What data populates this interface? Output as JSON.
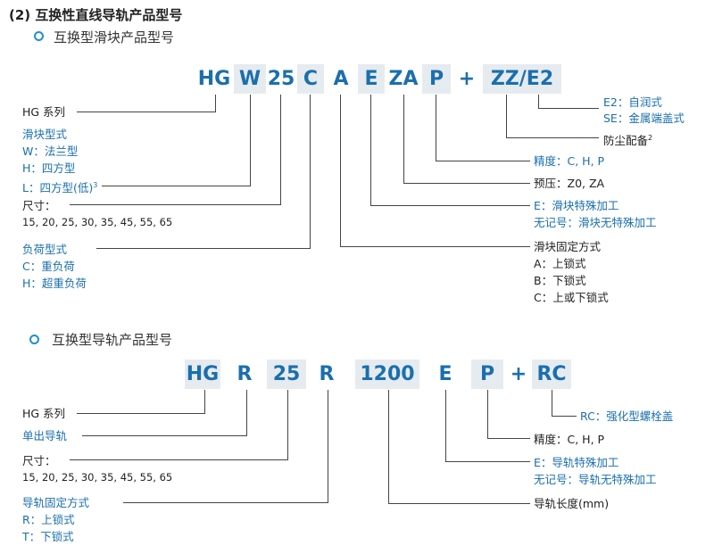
{
  "header": {
    "title": "(2) 互换性直线导轨产品型号"
  },
  "slider": {
    "subtitle": "互换型滑块产品型号",
    "code": [
      "HG",
      "W",
      "25",
      "C",
      "A",
      "E",
      "ZA",
      "P",
      "+",
      "ZZ/E2"
    ],
    "labels": {
      "series": "HG 系列",
      "block_type_title": "滑块型式",
      "block_type_w": "W：法兰型",
      "block_type_h": "H：四方型",
      "block_type_l": "L：四方型(低)",
      "block_type_l_sup": "3",
      "size_title": "尺寸：",
      "size_values": "15, 20, 25, 30, 35, 45, 55, 65",
      "load_title": "负荷型式",
      "load_c": "C：重负荷",
      "load_h": "H：超重负荷",
      "seal_e2": "E2：自润式",
      "seal_se": "SE：金属端盖式",
      "dust": "防尘配备",
      "dust_sup": "2",
      "precision": "精度：C, H, P",
      "preload": "预压：Z0, ZA",
      "special_e": "E：滑块特殊加工",
      "special_none": "无记号：滑块无特殊加工",
      "fix_title": "滑块固定方式",
      "fix_a": "A：上锁式",
      "fix_b": "B：下锁式",
      "fix_c": "C：上或下锁式"
    }
  },
  "rail": {
    "subtitle": "互换型导轨产品型号",
    "code": [
      "HG",
      "R",
      "25",
      "R",
      "1200",
      "E",
      "P",
      "+",
      "RC"
    ],
    "labels": {
      "series": "HG 系列",
      "single": "单出导轨",
      "size_title": "尺寸：",
      "size_values": "15, 20, 25, 30, 35, 45, 55, 65",
      "fix_title": "导轨固定方式",
      "fix_r": "R：上锁式",
      "fix_t": "T：下锁式",
      "rc": "RC：强化型螺栓盖",
      "precision": "精度：C, H, P",
      "special_e": "E：导轨特殊加工",
      "special_none": "无记号：导轨无特殊加工",
      "length": "导轨长度(mm)"
    }
  }
}
